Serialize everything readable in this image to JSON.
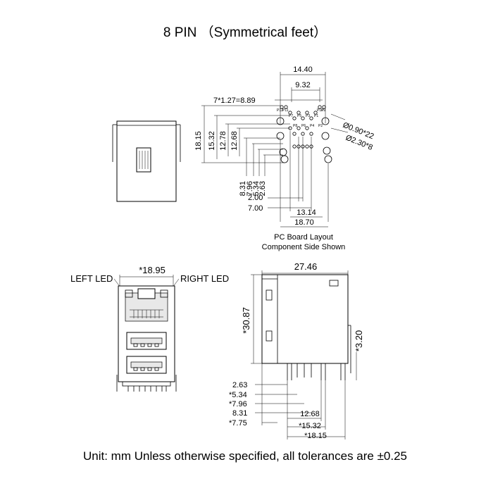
{
  "title": "8 PIN （Symmetrical feet）",
  "pcb": {
    "dims_top": [
      "14.40",
      "9.32"
    ],
    "pitch": "7*1.27=8.89",
    "hole_small": "Ø0.90*22",
    "hole_large": "Ø2.30*8",
    "dims_left": [
      "18.15",
      "15.32",
      "12.78",
      "12.68"
    ],
    "dims_lower_left": [
      "8.31",
      "7.96",
      "5.34",
      "2.63"
    ],
    "dims_bottom": [
      "2.00",
      "7.00",
      "13.14",
      "18.70"
    ],
    "pin_labels": [
      "P12",
      "P11",
      "P7",
      "P5",
      "P3",
      "P1",
      "P10",
      "P9",
      "P8",
      "P6",
      "P4",
      "P2"
    ],
    "caption_1": "PC Board  Layout",
    "caption_2": "Component  Side Shown"
  },
  "front": {
    "width": "*18.95",
    "left_led": "LEFT LED",
    "right_led": "RIGHT LED"
  },
  "side": {
    "width": "27.46",
    "height": "*30.87",
    "pin": "*3.20",
    "dims_left": [
      "2.63",
      "*5.34",
      "*7.96",
      "8.31",
      "*7.75"
    ],
    "dims_right": [
      "12.68",
      "*15.32",
      "*18.15"
    ]
  },
  "footer": "Unit: mm Unless otherwise specified, all tolerances are ±0.25"
}
